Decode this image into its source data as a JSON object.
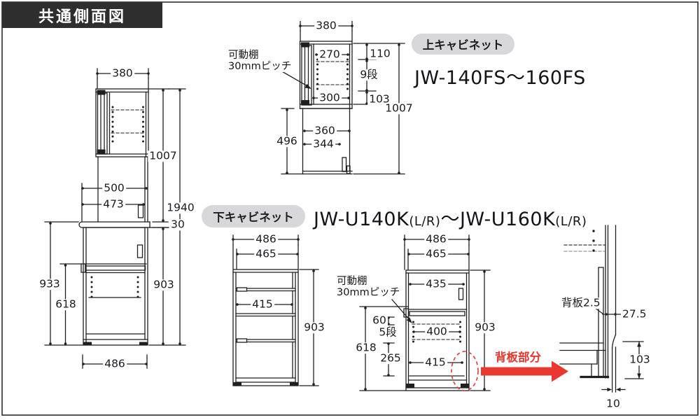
{
  "title": "共通側面図",
  "colors": {
    "line": "#1f1f1f",
    "accent_red": "#e8382f",
    "badge_bg": "#d8d8da",
    "title_bg": "#2e2e2e"
  },
  "upper": {
    "badge": "上キャビネット",
    "model": "JW-140FS〜160FS"
  },
  "lower": {
    "badge": "下キャビネット",
    "model_a": "JW-U140K",
    "suffix_a": "(L/R)",
    "tilde": "〜",
    "model_b": "JW-U160K",
    "suffix_b": "(L/R)"
  },
  "notes": {
    "movable_shelf_1": "可動棚",
    "movable_shelf_2": "30mmピッチ",
    "steps_9": "9段",
    "steps_5": "5段",
    "back_panel_area": "背板部分"
  },
  "full_view": {
    "w_top": "380",
    "h_upper": "1007",
    "d_counter": "500",
    "d_counter_inner": "473",
    "h_total": "1940",
    "counter_thk": "30",
    "h_left": "933",
    "h_inner": "618",
    "h_lower": "903",
    "w_bottom": "486"
  },
  "upper_detail": {
    "w_top": "380",
    "w_inner_top": "270",
    "gap_top": "110",
    "w_inner_bottom": "300",
    "gap_bottom": "103",
    "h_total": "1007",
    "h_lower": "496",
    "w_lower": "360",
    "w_lower_inner": "344"
  },
  "drawer_detail": {
    "w_top": "486",
    "w_inner": "465",
    "w_drawer": "415",
    "h_body": "903"
  },
  "open_detail": {
    "w_top": "486",
    "w_inner": "465",
    "w_niche": "435",
    "gap_60": "60",
    "h_inner": "618",
    "h_lower": "265",
    "w_shelf": "400",
    "w_bottom_inner": "415",
    "h_body": "903"
  },
  "back_detail": {
    "panel_label": "背板2.5",
    "gap": "27.5",
    "h_base": "103",
    "gap_bottom": "10"
  }
}
